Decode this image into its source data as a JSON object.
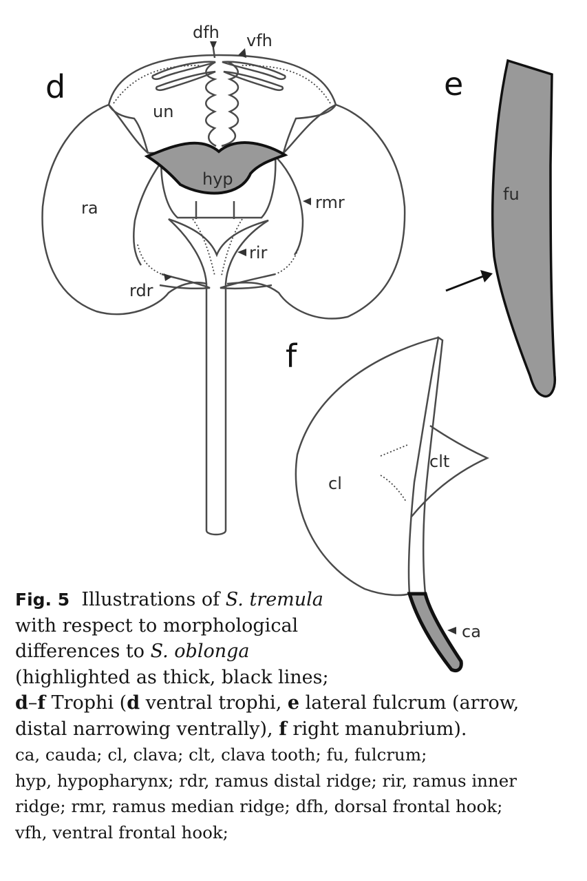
{
  "panels": {
    "d": {
      "letter": "d",
      "labels": {
        "dfh": "dfh",
        "vfh": "vfh",
        "un": "un",
        "hyp": "hyp",
        "ra": "ra",
        "rmr": "rmr",
        "rir": "rir",
        "rdr": "rdr"
      }
    },
    "e": {
      "letter": "e",
      "labels": {
        "fu": "fu"
      }
    },
    "f": {
      "letter": "f",
      "labels": {
        "cl": "cl",
        "clt": "clt",
        "ca": "ca"
      }
    }
  },
  "colors": {
    "highlight_fill": "#999999",
    "outline": "#4a4a4a",
    "thick_line": "#111111"
  },
  "caption": {
    "fig_label": "Fig. 5",
    "l1_a": "Illustrations of ",
    "l1_species": "S. tremula",
    "l2": "with respect to morphological",
    "l3_a": "differences to ",
    "l3_species": "S. oblonga",
    "l4": "(highlighted as thick, black lines;",
    "l5_bold1": "d",
    "l5_dash": "–",
    "l5_bold2": "f",
    "l5_a": " Trophi (",
    "l5_bold3": "d",
    "l5_b": " ventral trophi, ",
    "l5_bold4": "e",
    "l5_c": " lateral fulcrum (arrow,",
    "l6_a": "distal narrowing ventrally), ",
    "l6_bold": "f",
    "l6_b": " right manubrium).",
    "l7": "ca, cauda; cl, clava; clt, clava tooth; fu, fulcrum;",
    "l8": "hyp, hypopharynx;  rdr, ramus distal ridge; rir, ramus inner",
    "l9": "ridge; rmr, ramus median ridge; dfh, dorsal frontal hook;",
    "l10": "vfh, ventral frontal hook;"
  }
}
